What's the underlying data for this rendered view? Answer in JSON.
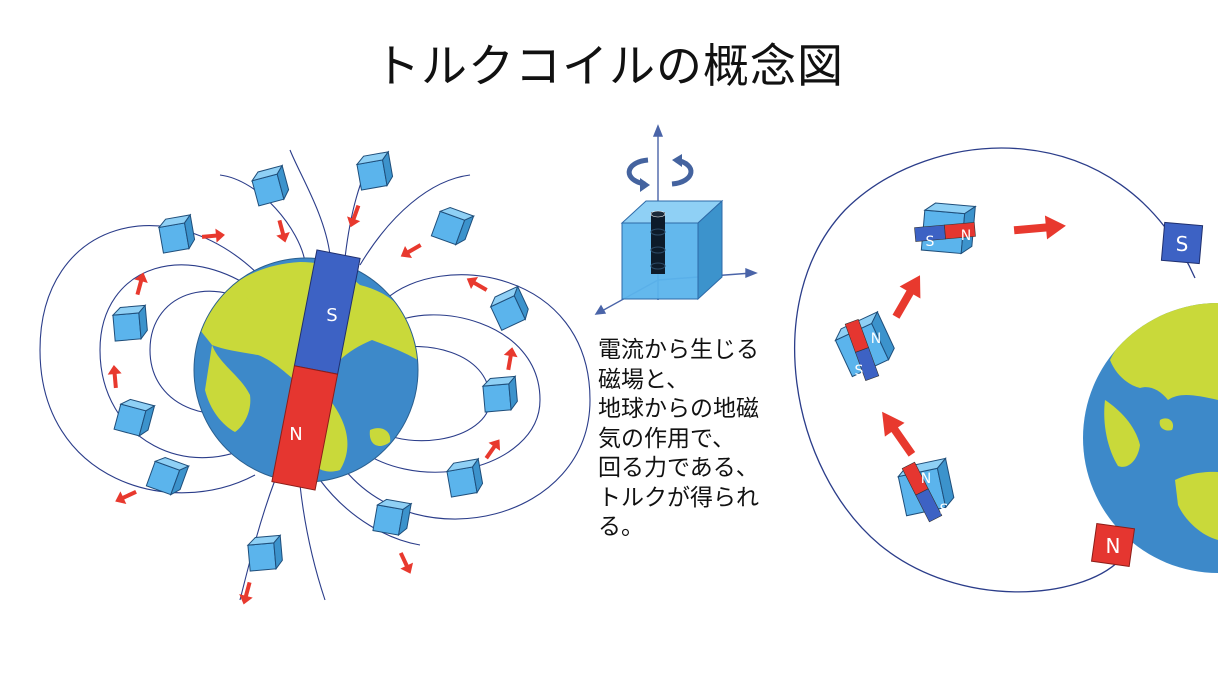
{
  "title": "トルクコイルの概念図",
  "caption_lines": [
    "電流から生じる",
    "磁場と、",
    "地球からの地磁",
    "気の作用で、",
    "回る力である、",
    "トルクが得られ",
    "る。"
  ],
  "pole_labels": {
    "south": "S",
    "north": "N"
  },
  "colors": {
    "ocean": "#3D89C9",
    "land": "#C9D93A",
    "pole_south": "#3D62C4",
    "pole_north": "#E53630",
    "cube": "#5BB4EC",
    "arrow": "#E8392E",
    "field_line": "#2B3D8A",
    "rotation_arrow": "#44639F"
  }
}
